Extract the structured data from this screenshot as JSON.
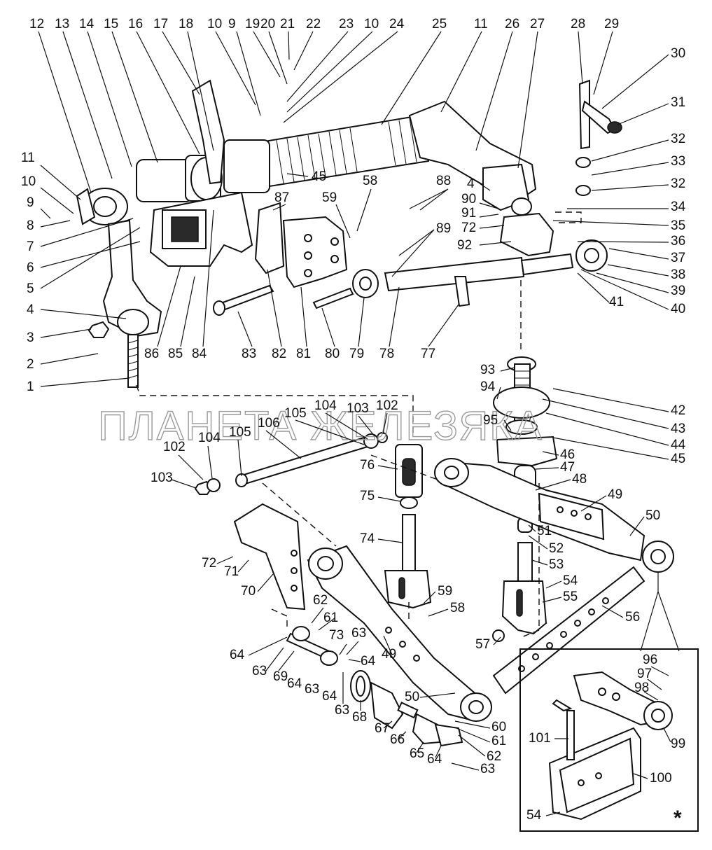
{
  "watermark": "ПЛАНЕТА ЖЕЛЕЗЯКА",
  "inset_marker": "*",
  "callouts": {
    "c12": "12",
    "c13": "13",
    "c14": "14",
    "c15": "15",
    "c16": "16",
    "c17": "17",
    "c18": "18",
    "c10a": "10",
    "c9a": "9",
    "c19": "19",
    "c20": "20",
    "c21": "21",
    "c22": "22",
    "c23": "23",
    "c10b": "10",
    "c24": "24",
    "c25": "25",
    "c11a": "11",
    "c26": "26",
    "c27": "27",
    "c28": "28",
    "c29": "29",
    "c30": "30",
    "c31": "31",
    "c32a": "32",
    "c33": "33",
    "c32b": "32",
    "c34": "34",
    "c35": "35",
    "c36": "36",
    "c37": "37",
    "c38": "38",
    "c39": "39",
    "c40": "40",
    "c41": "41",
    "c11b": "11",
    "c10c": "10",
    "c9b": "9",
    "c8": "8",
    "c7": "7",
    "c6": "6",
    "c5": "5",
    "c4a": "4",
    "c3": "3",
    "c2": "2",
    "c1": "1",
    "c45a": "45",
    "c58a": "58",
    "c88": "88",
    "c87": "87",
    "c59a": "59",
    "c89": "89",
    "c4b": "4",
    "c90": "90",
    "c91": "91",
    "c72a": "72",
    "c92": "92",
    "c86": "86",
    "c85": "85",
    "c84": "84",
    "c83": "83",
    "c82": "82",
    "c81": "81",
    "c80": "80",
    "c79": "79",
    "c78": "78",
    "c77": "77",
    "c93": "93",
    "c94": "94",
    "c42": "42",
    "c43": "43",
    "c95": "95",
    "c44": "44",
    "c45b": "45",
    "c46": "46",
    "c47": "47",
    "c48": "48",
    "c49a": "49",
    "c50a": "50",
    "c51": "51",
    "c52": "52",
    "c53": "53",
    "c54a": "54",
    "c55": "55",
    "c56": "56",
    "c57": "57",
    "c105a": "105",
    "c104a": "104",
    "c103a": "103",
    "c102a": "102",
    "c106": "106",
    "c105b": "105",
    "c104b": "104",
    "c102b": "102",
    "c103b": "103",
    "c76": "76",
    "c75": "75",
    "c74": "74",
    "c72b": "72",
    "c71": "71",
    "c70": "70",
    "c59b": "59",
    "c58b": "58",
    "c62a": "62",
    "c61a": "61",
    "c64a": "64",
    "c63a": "63",
    "c73": "73",
    "c63b": "63",
    "c64b": "64",
    "c63c": "63",
    "c69": "69",
    "c64c": "64",
    "c63d": "63",
    "c64d": "64",
    "c49b": "49",
    "c50b": "50",
    "c68": "68",
    "c67": "67",
    "c66": "66",
    "c65": "65",
    "c64e": "64",
    "c60": "60",
    "c61b": "61",
    "c62b": "62",
    "c63e": "63",
    "c96": "96",
    "c97": "97",
    "c98": "98",
    "c99": "99",
    "c101": "101",
    "c100": "100",
    "c54b": "54"
  }
}
